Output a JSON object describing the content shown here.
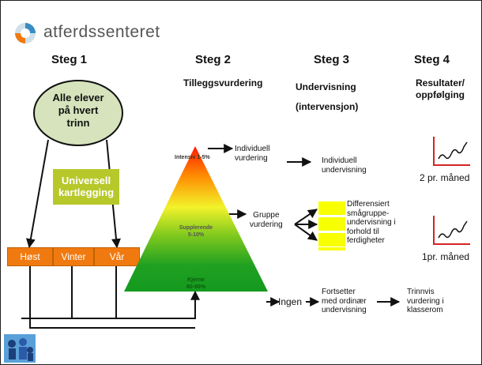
{
  "logo": {
    "text": "atferdssenteret"
  },
  "steps": [
    {
      "title": "Steg 1",
      "subtitle": ""
    },
    {
      "title": "Steg 2",
      "subtitle": "Tilleggsvurdering"
    },
    {
      "title": "Steg 3",
      "subtitle": "Undervisning (intervensjon)"
    },
    {
      "title": "Steg 4",
      "subtitle": "Resultater/ oppfølging"
    }
  ],
  "step3_sub": {
    "line1": "Undervisning",
    "line2": "(intervensjon)"
  },
  "step4_sub": {
    "line1": "Resultater/",
    "line2": "oppfølging"
  },
  "ellipse": {
    "line1": "Alle elever",
    "line2": "på hvert",
    "line3": "trinn"
  },
  "universal": {
    "line1": "Universell",
    "line2": "kartlegging"
  },
  "seasons": [
    "Høst",
    "Vinter",
    "Vår"
  ],
  "pyramid": {
    "top": "Intensiv 1-5%",
    "middle": {
      "line1": "Supplerende",
      "line2": "5-10%"
    },
    "bottom": {
      "line1": "Kjerne",
      "line2": "80-90%"
    }
  },
  "row1": {
    "assess": {
      "line1": "Individuell",
      "line2": "vurdering"
    },
    "teach": {
      "line1": "Individuell",
      "line2": "undervisning"
    },
    "result": "2 pr. måned"
  },
  "row2": {
    "assess": {
      "line1": "Gruppe",
      "line2": "vurdering"
    },
    "teach": [
      "Differensiert",
      "smågruppe-",
      "undervisning i",
      "forhold til",
      "ferdigheter"
    ],
    "result": "1pr. måned"
  },
  "row3": {
    "assess": "Ingen",
    "teach": [
      "Fortsetter",
      "med ordinær",
      "undervisning"
    ],
    "result": [
      "Trinnvis",
      "vurdering i",
      "klasserom"
    ]
  },
  "colors": {
    "ellipse": "#d6e3bc",
    "universal": "#b7c82b",
    "season": "#f07a10",
    "pyramid_top": "#ff2a00",
    "pyramid_mid": "#f2f22a",
    "pyramid_bottom": "#149a20",
    "yellow": "#f7ff00",
    "chart": "#d42424"
  }
}
